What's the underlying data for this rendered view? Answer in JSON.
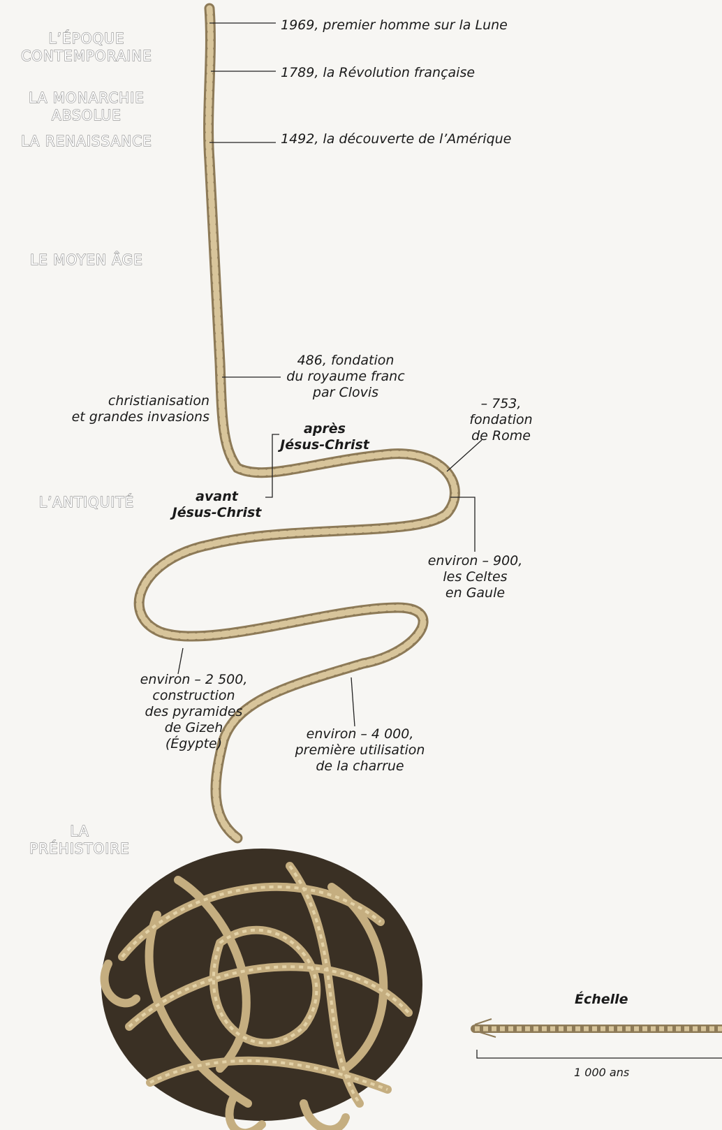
{
  "eras": {
    "contemporaine": [
      "L’ÉPOQUE",
      "CONTEMPORAINE"
    ],
    "monarchie": [
      "LA MONARCHIE",
      "ABSOLUE"
    ],
    "renaissance": "LA RENAISSANCE",
    "moyen_age": "LE MOYEN ÂGE",
    "antiquite": "L’ANTIQUITÉ",
    "prehistoire": [
      "LA",
      "PRÉHISTOIRE"
    ]
  },
  "events": {
    "lune": "1969, premier homme sur la Lune",
    "revolution": "1789, la Révolution française",
    "amerique": "1492, la découverte de l’Amérique",
    "clovis": [
      "486, fondation",
      "du royaume franc",
      "par Clovis"
    ],
    "christianisation": [
      "christianisation",
      "et grandes invasions"
    ],
    "apres": [
      "après",
      "Jésus-Christ"
    ],
    "avant": [
      "avant",
      "Jésus-Christ"
    ],
    "rome": [
      "– 753,",
      "fondation",
      "de Rome"
    ],
    "celtes": [
      "environ – 900,",
      "les Celtes",
      "en Gaule"
    ],
    "pyramides": [
      "environ – 2 500,",
      "construction",
      "des pyramides",
      "de Gizeh",
      "(Égypte)"
    ],
    "charrue": [
      "environ – 4 000,",
      "première utilisation",
      "de la charrue"
    ]
  },
  "scale": {
    "title": "Échelle",
    "label": "1 000 ans"
  },
  "colors": {
    "rope": "#c9b48a",
    "rope_dark": "#8d7a57",
    "era_outline": "#8a8a8a"
  }
}
